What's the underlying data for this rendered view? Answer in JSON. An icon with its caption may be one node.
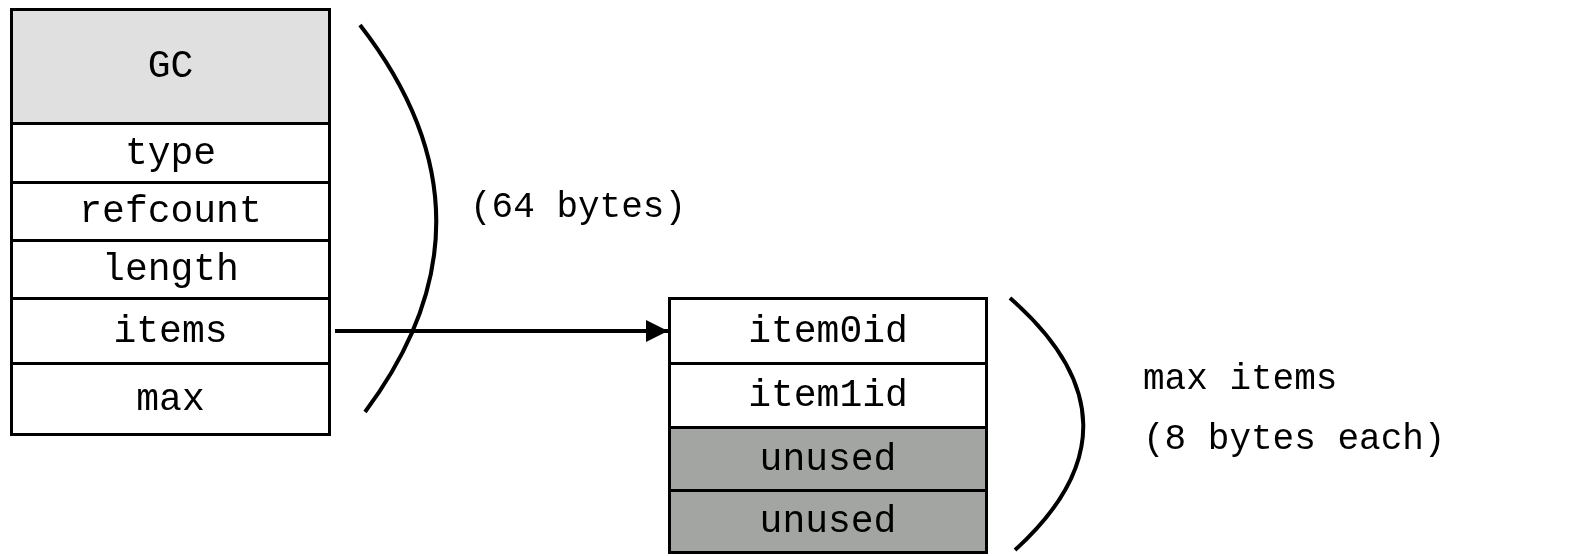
{
  "diagram": {
    "nodes": [
      {
        "text": [
          "GC"
        ]
      },
      {
        "text": [
          "type"
        ]
      },
      {
        "text": [
          "refcount"
        ]
      },
      {
        "text": [
          "length"
        ]
      },
      {
        "text": [
          "items"
        ]
      },
      {
        "text": [
          "max"
        ]
      },
      {
        "text": [
          "item0id"
        ]
      },
      {
        "text": [
          "item1id"
        ]
      },
      {
        "text": [
          "unused"
        ]
      },
      {
        "text": [
          "unused"
        ]
      }
    ],
    "edges": [
      {
        "from": 4,
        "to": 6,
        "arrow": "to"
      }
    ],
    "labels": [
      "(64 bytes)",
      "max items",
      "(8 bytes each)"
    ]
  }
}
